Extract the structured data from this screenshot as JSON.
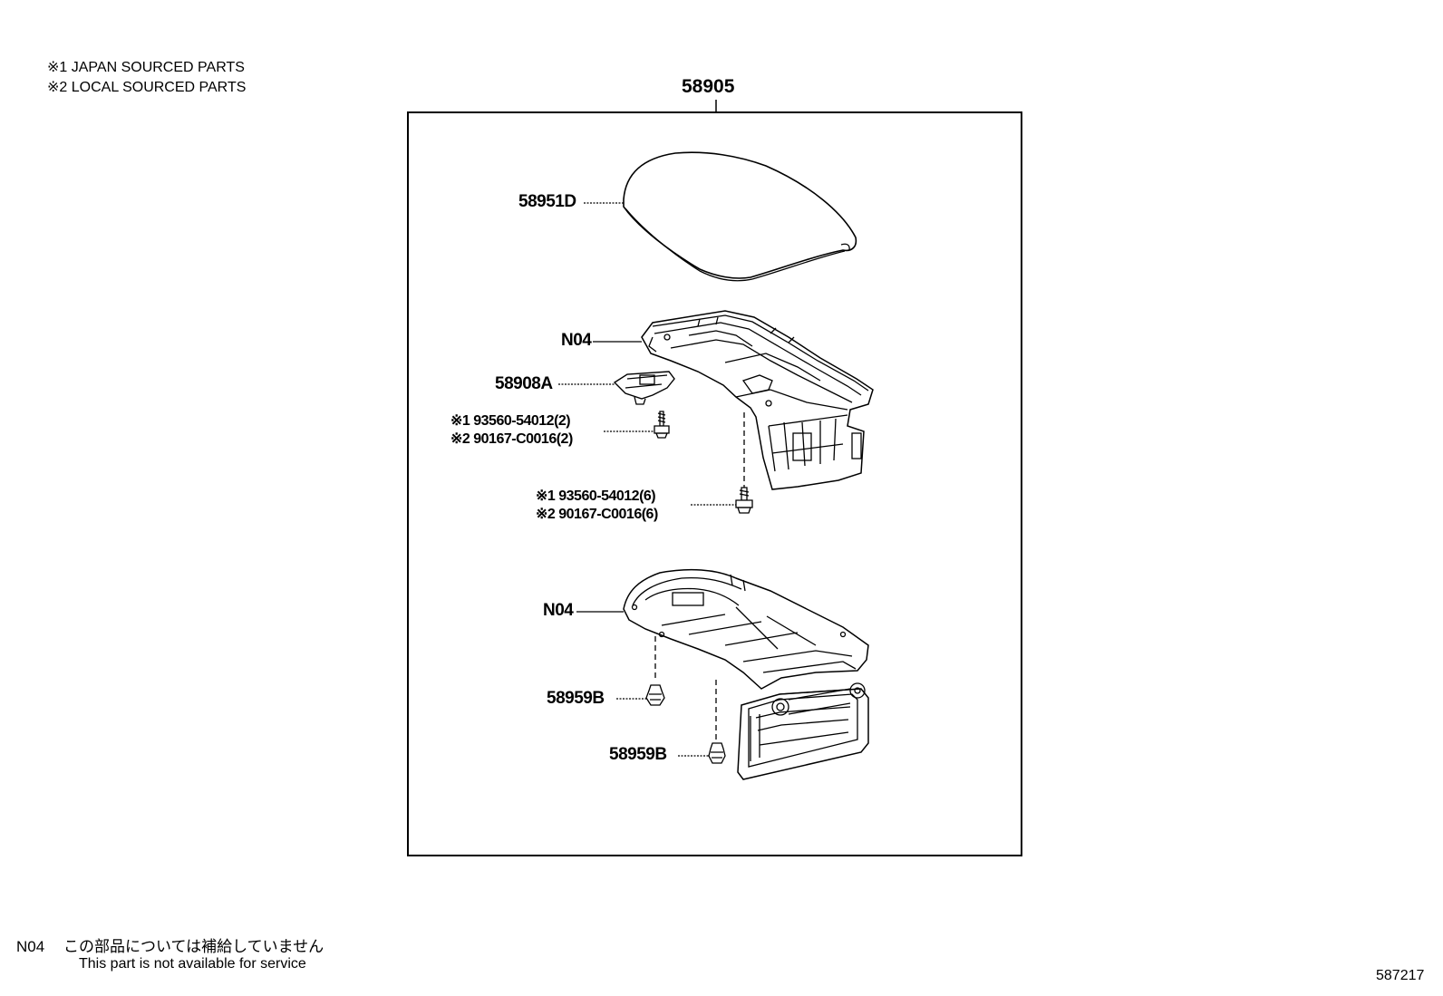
{
  "legend": [
    "※1 JAPAN SOURCED PARTS",
    "※2 LOCAL SOURCED PARTS"
  ],
  "assembly_number": "58905",
  "labels": {
    "armrest_pad": "58951D",
    "upper_base": "N04",
    "hinge_bracket": "58908A",
    "screw_a_line1": "※1 93560-54012(2)",
    "screw_a_line2": "※2 90167-C0016(2)",
    "screw_b_line1": "※1 93560-54012(6)",
    "screw_b_line2": "※2 90167-C0016(6)",
    "lower_base": "N04",
    "clip_1": "58959B",
    "clip_2": "58959B"
  },
  "footer": {
    "note_code": "N04",
    "note_jp": "この部品については補給していません",
    "note_en": "This part is not available for service",
    "illustration_number": "587217"
  }
}
